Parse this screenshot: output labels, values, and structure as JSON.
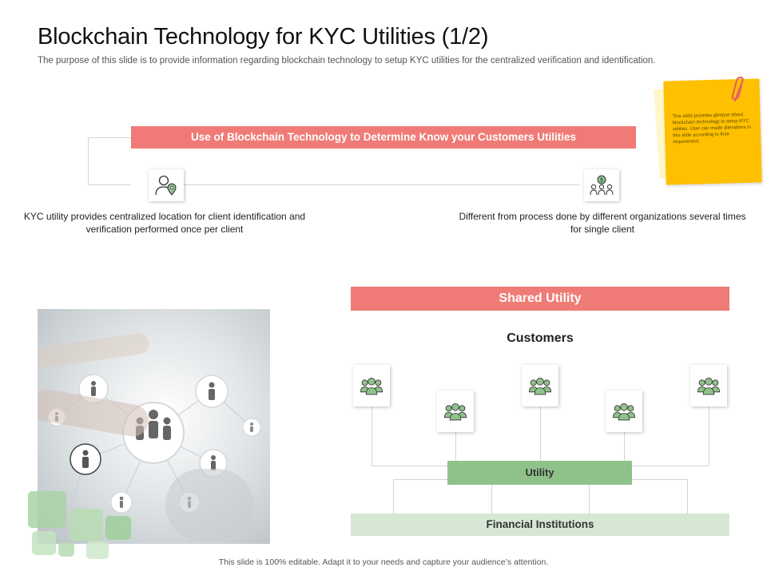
{
  "title": "Blockchain Technology for KYC Utilities (1/2)",
  "subtitle": "The purpose of this slide is to provide information regarding blockchain technology to setup KYC utilities for the centralized verification and identification.",
  "sticky_note": "This slide provides glimpse about blockchain technology to setup KYC utilities. User can made alterations in this slide according to their requirement.",
  "top_section": {
    "banner": "Use of Blockchain Technology to Determine Know your Customers Utilities",
    "left_icon": "user-location-icon",
    "right_icon": "group-money-icon",
    "left_text": "KYC utility provides centralized location for client identification and verification performed once per client",
    "right_text": "Different from process done by different organizations several times for single client"
  },
  "shared_utility": {
    "banner": "Shared Utility",
    "customers_label": "Customers",
    "customer_icon": "customer-group-icon",
    "utility_label": "Utility",
    "financial_label": "Financial Institutions"
  },
  "colors": {
    "coral": "#f07b76",
    "green": "#8fc28b",
    "light_green": "#d6e8d4",
    "sticky": "#ffc000",
    "icon_green": "#6aaa64"
  },
  "footer": "This slide is 100% editable. Adapt it to your needs and capture your audience’s attention."
}
